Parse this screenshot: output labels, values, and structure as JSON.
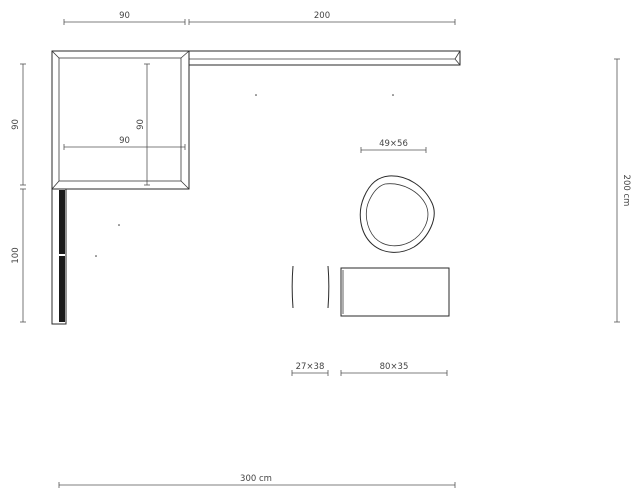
{
  "dimensions": {
    "top_left_width": "90",
    "top_right_width": "200",
    "left_upper_height": "90",
    "left_lower_height": "100",
    "inner_height": "90",
    "inner_width": "90",
    "right_height": "200 cm",
    "total_width": "300 cm",
    "pouf_size": "49×56",
    "side_table_size": "27×38",
    "coffee_table_size": "80×35"
  }
}
